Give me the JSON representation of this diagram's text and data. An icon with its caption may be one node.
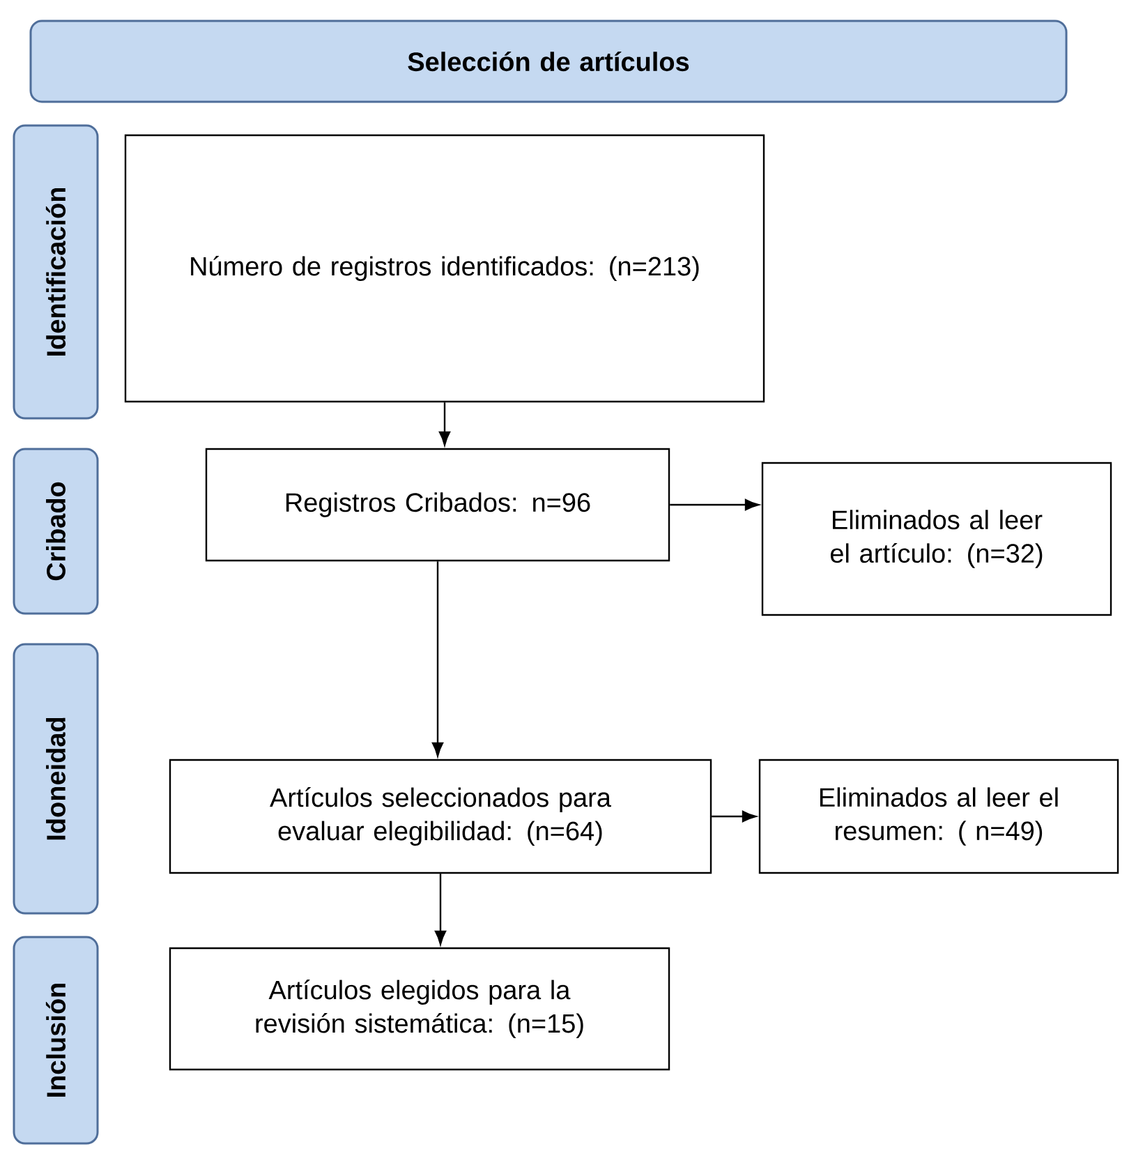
{
  "diagram": {
    "nodes": [
      {
        "text": [
          "Selección de artículos"
        ]
      },
      {
        "text": [
          "Identificación"
        ]
      },
      {
        "text": [
          "Número de registros identificados: (n=213)"
        ]
      },
      {
        "text": [
          "Cribado"
        ]
      },
      {
        "text": [
          "Registros Cribados: n=96"
        ]
      },
      {
        "text": [
          "Eliminados al leer el artículo: (n=32)"
        ]
      },
      {
        "text": [
          "Idoneidad"
        ]
      },
      {
        "text": [
          "Artículos seleccionados para evaluar elegibilidad: (n=64)"
        ]
      },
      {
        "text": [
          "Eliminados al leer el resumen: ( n=49)"
        ]
      },
      {
        "text": [
          "Inclusión"
        ]
      },
      {
        "text": [
          "Artículos elegidos para la revisión sistemática: (n=15)"
        ]
      }
    ],
    "edges": [
      {
        "from": 2,
        "to": 4,
        "arrow": "to"
      },
      {
        "from": 4,
        "to": 5,
        "arrow": "to"
      },
      {
        "from": 4,
        "to": 7,
        "arrow": "to"
      },
      {
        "from": 7,
        "to": 8,
        "arrow": "to"
      },
      {
        "from": 7,
        "to": 10,
        "arrow": "to"
      }
    ]
  }
}
